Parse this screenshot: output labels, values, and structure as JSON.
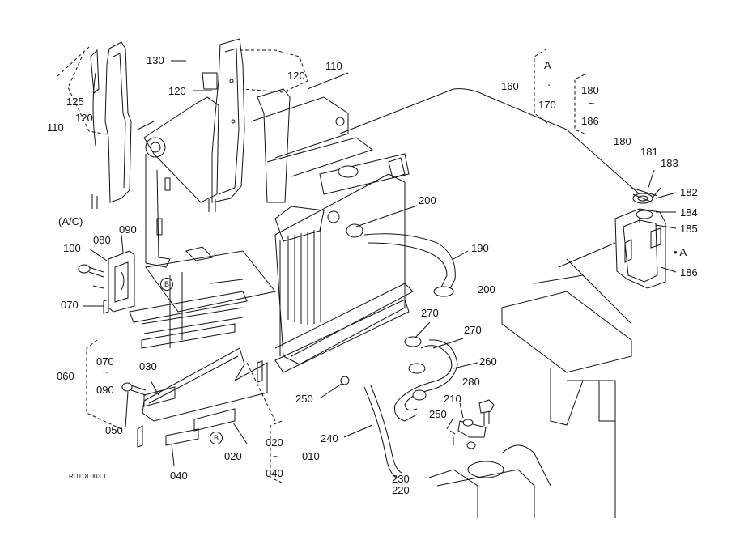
{
  "labels": {
    "p130": "130",
    "p120_top": "120",
    "p110_top": "110",
    "p120_mid": "120",
    "p125": "125",
    "p120_left": "120",
    "p110_left": "110",
    "ac": "(A/C)",
    "p100": "100",
    "p080": "080",
    "p090": "090",
    "p070": "070",
    "p070_range": "070",
    "tilde_left": "~",
    "p090_range": "090",
    "p060": "060",
    "p030": "030",
    "p050": "050",
    "p040": "040",
    "p020": "020",
    "p020_range": "020",
    "tilde_bottom": "~",
    "p040_range": "040",
    "p010": "010",
    "p160": "160",
    "ref_a_top": "A",
    "ref_a_dot": "·",
    "p170": "170",
    "p180_range": "180",
    "tilde_right": "~",
    "p186_range": "186",
    "p180": "180",
    "p181": "181",
    "p183": "183",
    "p182": "182",
    "p184": "184",
    "p185": "185",
    "ref_a_tank": "• A",
    "p186": "186",
    "p200_top": "200",
    "p190": "190",
    "p200_mid": "200",
    "p270_a": "270",
    "p270_b": "270",
    "p260": "260",
    "p280": "280",
    "p210": "210",
    "p250_a": "250",
    "p250_b": "250",
    "p240": "240",
    "p230": "230",
    "p220": "220",
    "drawing_code": "RD118  003  11",
    "callout_b1": "B",
    "callout_b2": "B"
  }
}
